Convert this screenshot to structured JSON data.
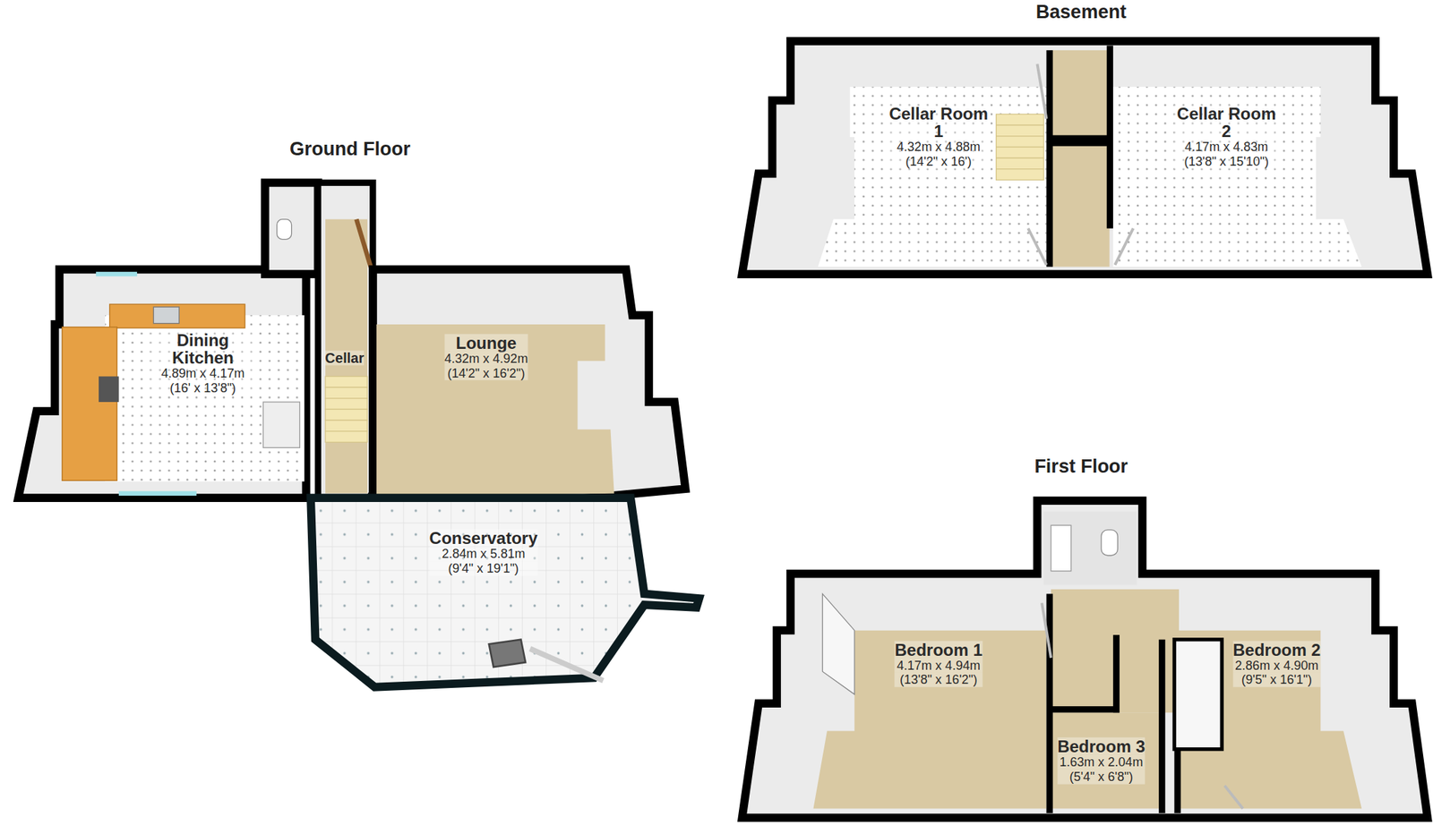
{
  "diagram": {
    "nodes": [
      {
        "text": [
          "Basement"
        ]
      },
      {
        "text": [
          "Cellar Room 1",
          "4.32m x 4.88m",
          "(14'2\" x 16')"
        ],
        "in": 0
      },
      {
        "text": [
          "Cellar Room 2",
          "4.17m x 4.83m",
          "(13'8\" x 15'10\")"
        ],
        "in": 0
      },
      {
        "text": [
          "Ground Floor"
        ]
      },
      {
        "text": [
          "Dining Kitchen",
          "4.89m x 4.17m",
          "(16' x 13'8\")"
        ],
        "in": 3
      },
      {
        "text": [
          "Cellar"
        ],
        "in": 3
      },
      {
        "text": [
          "Lounge",
          "4.32m x 4.92m",
          "(14'2\" x 16'2\")"
        ],
        "in": 3
      },
      {
        "text": [
          "Conservatory",
          "2.84m x 5.81m",
          "(9'4\" x 19'1\")"
        ],
        "in": 3
      },
      {
        "text": [
          "First Floor"
        ]
      },
      {
        "text": [
          "Bedroom 1",
          "4.17m x 4.94m",
          "(13'8\" x 16'2\")"
        ],
        "in": 8
      },
      {
        "text": [
          "Bedroom 2",
          "2.86m x 4.90m",
          "(9'5\" x 16'1\")"
        ],
        "in": 8
      },
      {
        "text": [
          "Bedroom 3",
          "1.63m x 2.04m",
          "(5'4\" x 6'8\")"
        ],
        "in": 8
      }
    ]
  }
}
